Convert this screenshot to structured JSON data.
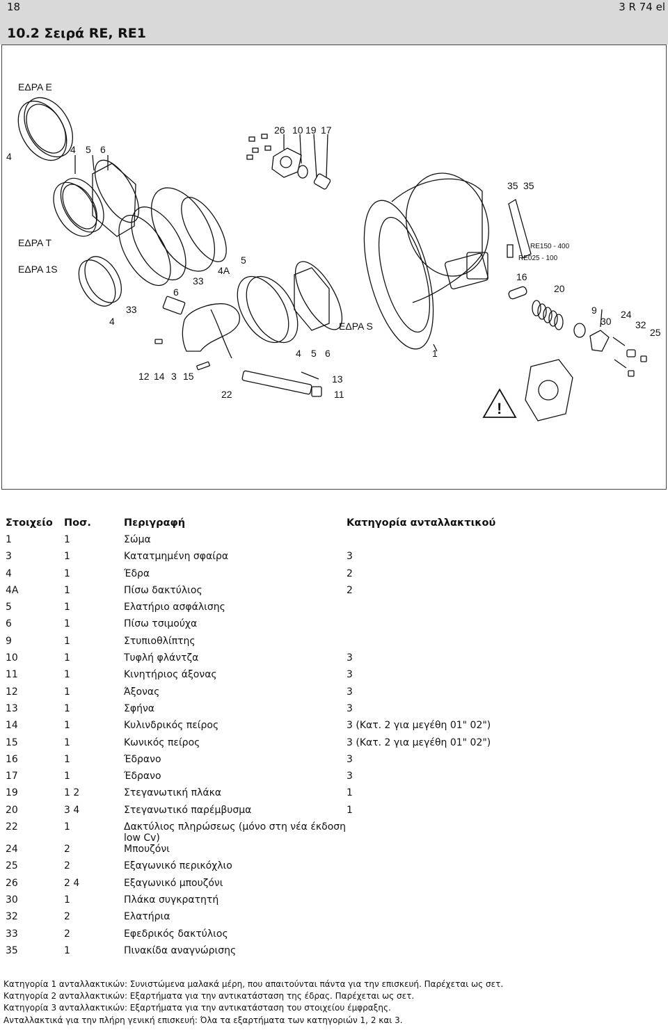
{
  "header": {
    "page_number": "18",
    "doc_code": "3 R 74 el",
    "section_title": "10.2   Σειρά RE, RE1"
  },
  "diagram": {
    "seat_e": "ΕΔΡΑ E",
    "seat_t": "ΕΔΡΑ T",
    "seat_1s": "ΕΔΡΑ 1S",
    "seat_s": "ΕΔΡΑ S",
    "callouts": [
      "4",
      "4",
      "5",
      "6",
      "26",
      "10",
      "19",
      "17",
      "35",
      "35",
      "5",
      "4A",
      "33",
      "6",
      "4",
      "33",
      "16",
      "20",
      "9",
      "30",
      "24",
      "32",
      "25",
      "4",
      "5",
      "6",
      "1",
      "12",
      "14",
      "3",
      "15",
      "13",
      "22",
      "11"
    ],
    "size_range_1": "RE150 - 400",
    "size_range_2": "RE025 - 100",
    "warning": "!"
  },
  "table": {
    "headers": {
      "item": "Στοιχείο",
      "qty": "Ποσ.",
      "desc": "Περιγραφή",
      "category": "Κατηγορία ανταλλακτικού"
    },
    "rows": [
      {
        "item": "1",
        "qty": "1",
        "desc": "Σώμα",
        "cat": ""
      },
      {
        "item": "3",
        "qty": "1",
        "desc": "Κατατμημένη σφαίρα",
        "cat": "3"
      },
      {
        "item": "4",
        "qty": "1",
        "desc": "Έδρα",
        "cat": "2"
      },
      {
        "item": "4A",
        "qty": "1",
        "desc": "Πίσω δακτύλιος",
        "cat": "2"
      },
      {
        "item": "5",
        "qty": "1",
        "desc": "Ελατήριο ασφάλισης",
        "cat": ""
      },
      {
        "item": "6",
        "qty": "1",
        "desc": "Πίσω τσιμούχα",
        "cat": ""
      },
      {
        "item": "9",
        "qty": "1",
        "desc": "Στυπιοθλίπτης",
        "cat": ""
      },
      {
        "item": "10",
        "qty": "1",
        "desc": "Τυφλή φλάντζα",
        "cat": "3"
      },
      {
        "item": "11",
        "qty": "1",
        "desc": "Κινητήριος άξονας",
        "cat": "3"
      },
      {
        "item": "12",
        "qty": "1",
        "desc": "Άξονας",
        "cat": "3"
      },
      {
        "item": "13",
        "qty": "1",
        "desc": "Σφήνα",
        "cat": "3"
      },
      {
        "item": "14",
        "qty": "1",
        "desc": "Κυλινδρικός πείρος",
        "cat": "3 (Κατ. 2 για μεγέθη 01\" 02\")"
      },
      {
        "item": "15",
        "qty": "1",
        "desc": "Κωνικός πείρος",
        "cat": "3 (Κατ. 2 για μεγέθη 01\" 02\")"
      },
      {
        "item": "16",
        "qty": "1",
        "desc": "Έδρανο",
        "cat": "3"
      },
      {
        "item": "17",
        "qty": "1",
        "desc": "Έδρανο",
        "cat": "3"
      },
      {
        "item": "19",
        "qty": "1 2",
        "desc": "Στεγανωτική πλάκα",
        "cat": "1"
      },
      {
        "item": "20",
        "qty": "3 4",
        "desc": "Στεγανωτικό παρέμβυσμα",
        "cat": "1"
      },
      {
        "item": "22",
        "qty": "1",
        "desc": "Δακτύλιος πληρώσεως (μόνο στη νέα έκδοση low Cv)",
        "cat": ""
      },
      {
        "item": "24",
        "qty": "2",
        "desc": "Μπουζόνι",
        "cat": ""
      },
      {
        "item": "25",
        "qty": "2",
        "desc": "Εξαγωνικό περικόχλιο",
        "cat": ""
      },
      {
        "item": "26",
        "qty": "2 4",
        "desc": "Εξαγωνικό μπουζόνι",
        "cat": ""
      },
      {
        "item": "30",
        "qty": "1",
        "desc": "Πλάκα συγκρατητή",
        "cat": ""
      },
      {
        "item": "32",
        "qty": "2",
        "desc": "Ελατήρια",
        "cat": ""
      },
      {
        "item": "33",
        "qty": "2",
        "desc": "Εφεδρικός δακτύλιος",
        "cat": ""
      },
      {
        "item": "35",
        "qty": "1",
        "desc": "Πινακίδα αναγνώρισης",
        "cat": ""
      }
    ]
  },
  "notes": [
    "Κατηγορία 1 ανταλλακτικών: Συνιστώμενα μαλακά μέρη, που απαιτούνται πάντα για την επισκευή. Παρέχεται ως σετ.",
    "Κατηγορία 2 ανταλλακτικών: Εξαρτήματα για την αντικατάσταση της έδρας. Παρέχεται ως σετ.",
    "Κατηγορία 3 ανταλλακτικών: Εξαρτήματα για την αντικατάσταση του στοιχείου έμφραξης.",
    "Ανταλλακτικά για την πλήρη γενική επισκευή: Όλα τα εξαρτήματα των κατηγοριών 1, 2 και 3."
  ]
}
